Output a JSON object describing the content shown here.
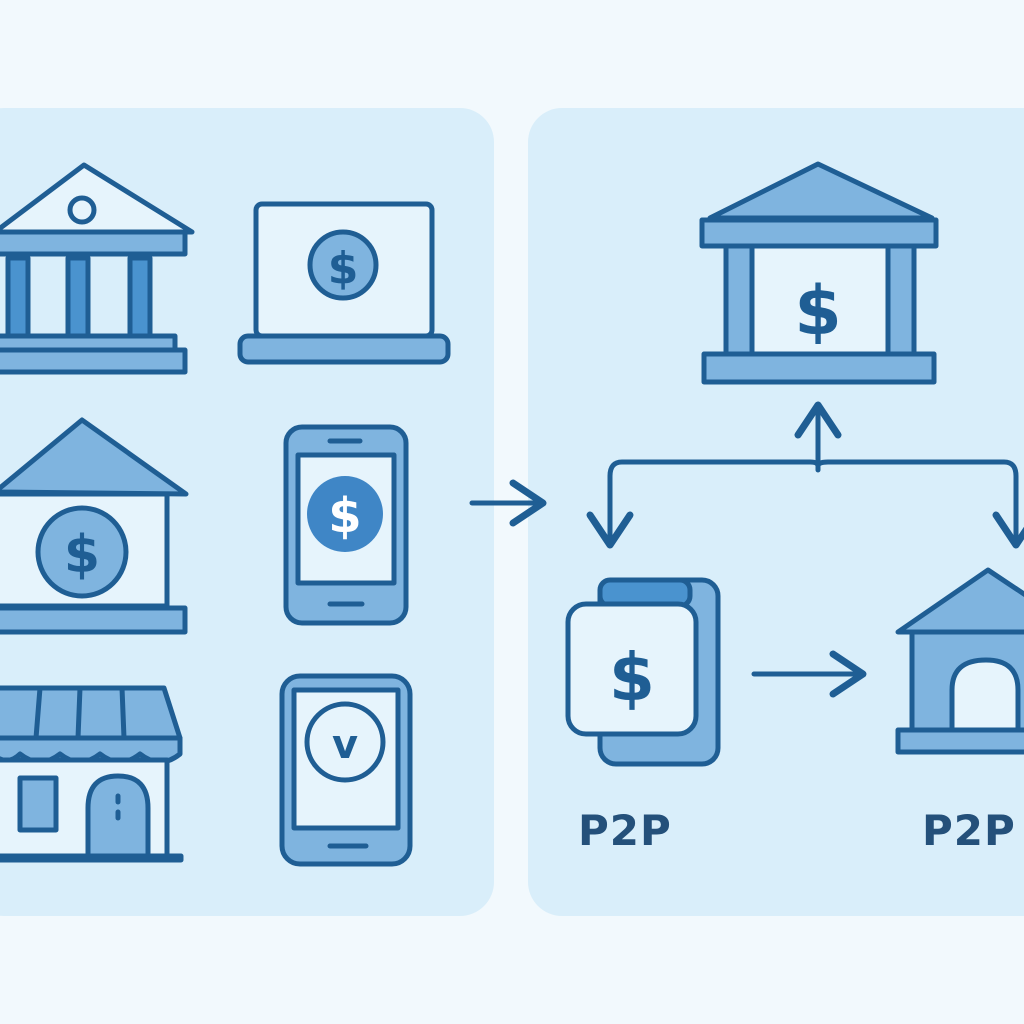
{
  "icons": {
    "dollar_symbol": "$",
    "verified_symbol": "v"
  },
  "labels": {
    "p2p_left": "P2P",
    "p2p_right": "P2P"
  },
  "colors": {
    "background": "#f2f9fd",
    "panel": "#d9eefa",
    "stroke": "#1f5e94",
    "fill_mid": "#7fb4df",
    "fill_dark": "#4a93cf"
  }
}
